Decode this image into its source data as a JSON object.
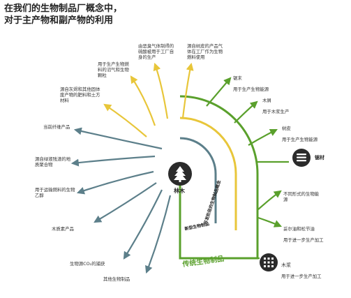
{
  "title": {
    "line1": "在我们的生物制品厂概念中，",
    "line2": "对于主产物和副产物的利用"
  },
  "center": {
    "label": "林木",
    "icon": "tree-icon"
  },
  "arcs": {
    "blue": "开发阶段的生物制品概念",
    "yellow": "新型生物制品",
    "green": "传统生物制品"
  },
  "blue_branches": [
    "当前纤维产品",
    "源自绿液残渣的地质聚合物",
    "用于运输燃料的生物乙醇",
    "木质素产品",
    "生物源CO₂的捕获",
    "其他生物制品"
  ],
  "yellow_branches": [
    "源自灰烬和其他固体废产物的肥料和土方材料",
    "用于生产生物燃料的沼气和生物颗粒",
    "由恶臭气体制得的硫酸被用于工厂自身的生产",
    "源自树皮的产品气体在工厂作为生物燃料使用"
  ],
  "green_branches": [
    {
      "name": "锯末",
      "desc": "用于生产生物能源"
    },
    {
      "name": "木屑",
      "desc": "用于木浆生产"
    },
    {
      "name": "树皮",
      "desc": "用于生产生物能源"
    },
    {
      "name": "",
      "desc": "不同形式的生物能源"
    },
    {
      "name": "妥尔油和松节油",
      "desc": "用于进一步生产加工"
    }
  ],
  "nodes": {
    "sawn": {
      "label": "锯材",
      "icon": "sawn-timber-icon"
    },
    "pulp": {
      "label": "木浆",
      "desc": "用于进一步生产加工",
      "icon": "pulp-icon"
    }
  },
  "colors": {
    "blue": "#5c7f8a",
    "yellow": "#e8c63a",
    "green": "#5aa02c",
    "dark": "#2b2b2b"
  }
}
